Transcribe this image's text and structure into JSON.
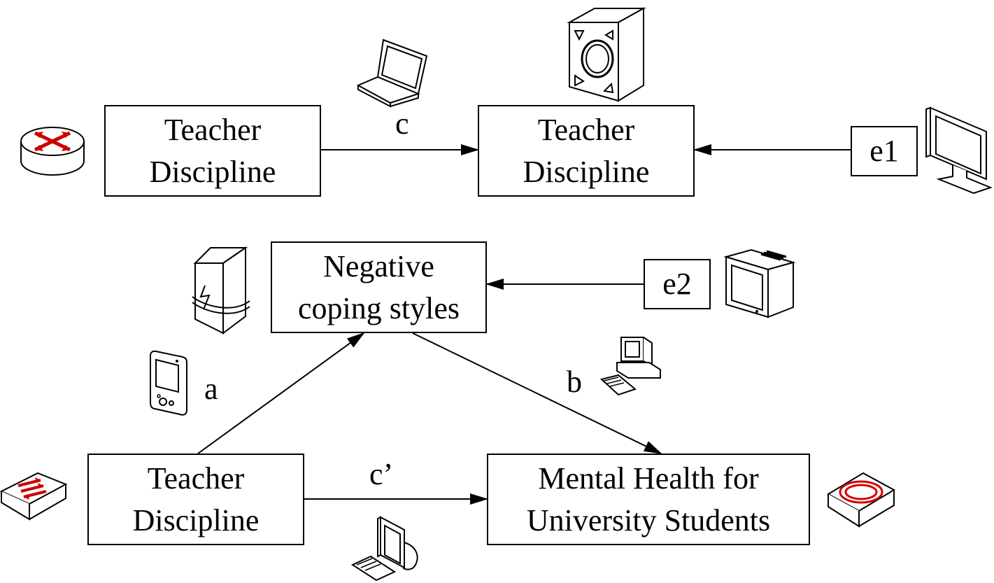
{
  "diagram": {
    "top_model": {
      "source": {
        "line1": "Teacher",
        "line2": "Discipline"
      },
      "target": {
        "line1": "Teacher",
        "line2": "Discipline"
      },
      "path_label": "c",
      "error_label": "e1"
    },
    "mediation_model": {
      "mediator": {
        "line1": "Negative",
        "line2": "coping styles"
      },
      "independent": {
        "line1": "Teacher",
        "line2": "Discipline"
      },
      "dependent": {
        "line1": "Mental Health for",
        "line2": "University Students"
      },
      "path_a_label": "a",
      "path_b_label": "b",
      "path_c_prime_label": "c’",
      "error_label": "e2"
    }
  },
  "icons": [
    "router-icon",
    "laptop-icon",
    "file-server-icon",
    "flat-monitor-icon",
    "server-tower-icon",
    "crt-monitor-icon",
    "pda-icon",
    "desktop-computer-icon",
    "switch-icon",
    "workstation-icon",
    "hub-icon"
  ],
  "colors": {
    "stroke": "#000000",
    "accent": "#d10000",
    "background": "#ffffff"
  }
}
